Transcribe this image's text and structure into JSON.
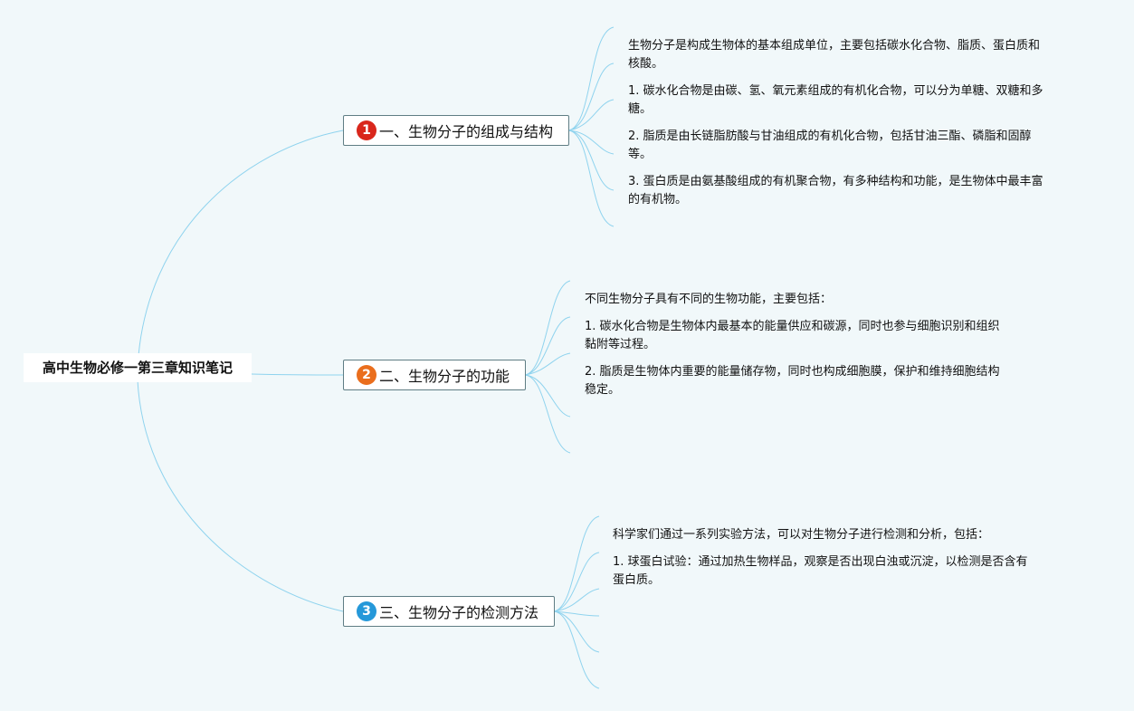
{
  "map": {
    "root": "高中生物必修一第三章知识笔记",
    "colors": {
      "line": "#8fd3ee",
      "badge1": "#d9271c",
      "badge2": "#ea6e1d",
      "badge3": "#2598d9"
    },
    "branches": [
      {
        "badge": "1",
        "icon": "number-1-red-circle",
        "title": "一、生物分子的组成与结构",
        "leaves": [
          [
            "生物分子是构成生物体的基本组成单位，主要包括碳水化合物、脂质、蛋白质和",
            "核酸。"
          ],
          [
            "1. 碳水化合物是由碳、氢、氧元素组成的有机化合物，可以分为单糖、双糖和多",
            "糖。"
          ],
          [
            "2. 脂质是由长链脂肪酸与甘油组成的有机化合物，包括甘油三酯、磷脂和固醇",
            "等。"
          ],
          [
            "3. 蛋白质是由氨基酸组成的有机聚合物，有多种结构和功能，是生物体中最丰富",
            "的有机物。"
          ]
        ]
      },
      {
        "badge": "2",
        "icon": "number-2-orange-circle",
        "title": "二、生物分子的功能",
        "leaves": [
          [
            "不同生物分子具有不同的生物功能，主要包括："
          ],
          [
            "1. 碳水化合物是生物体内最基本的能量供应和碳源，同时也参与细胞识别和组织",
            "黏附等过程。"
          ],
          [
            "2. 脂质是生物体内重要的能量储存物，同时也构成细胞膜，保护和维持细胞结构",
            "稳定。"
          ]
        ]
      },
      {
        "badge": "3",
        "icon": "number-3-blue-circle",
        "title": "三、生物分子的检测方法",
        "leaves": [
          [
            "科学家们通过一系列实验方法，可以对生物分子进行检测和分析，包括："
          ],
          [
            "1. 球蛋白试验：通过加热生物样品，观察是否出现白浊或沉淀，以检测是否含有",
            "蛋白质。"
          ]
        ]
      }
    ]
  }
}
